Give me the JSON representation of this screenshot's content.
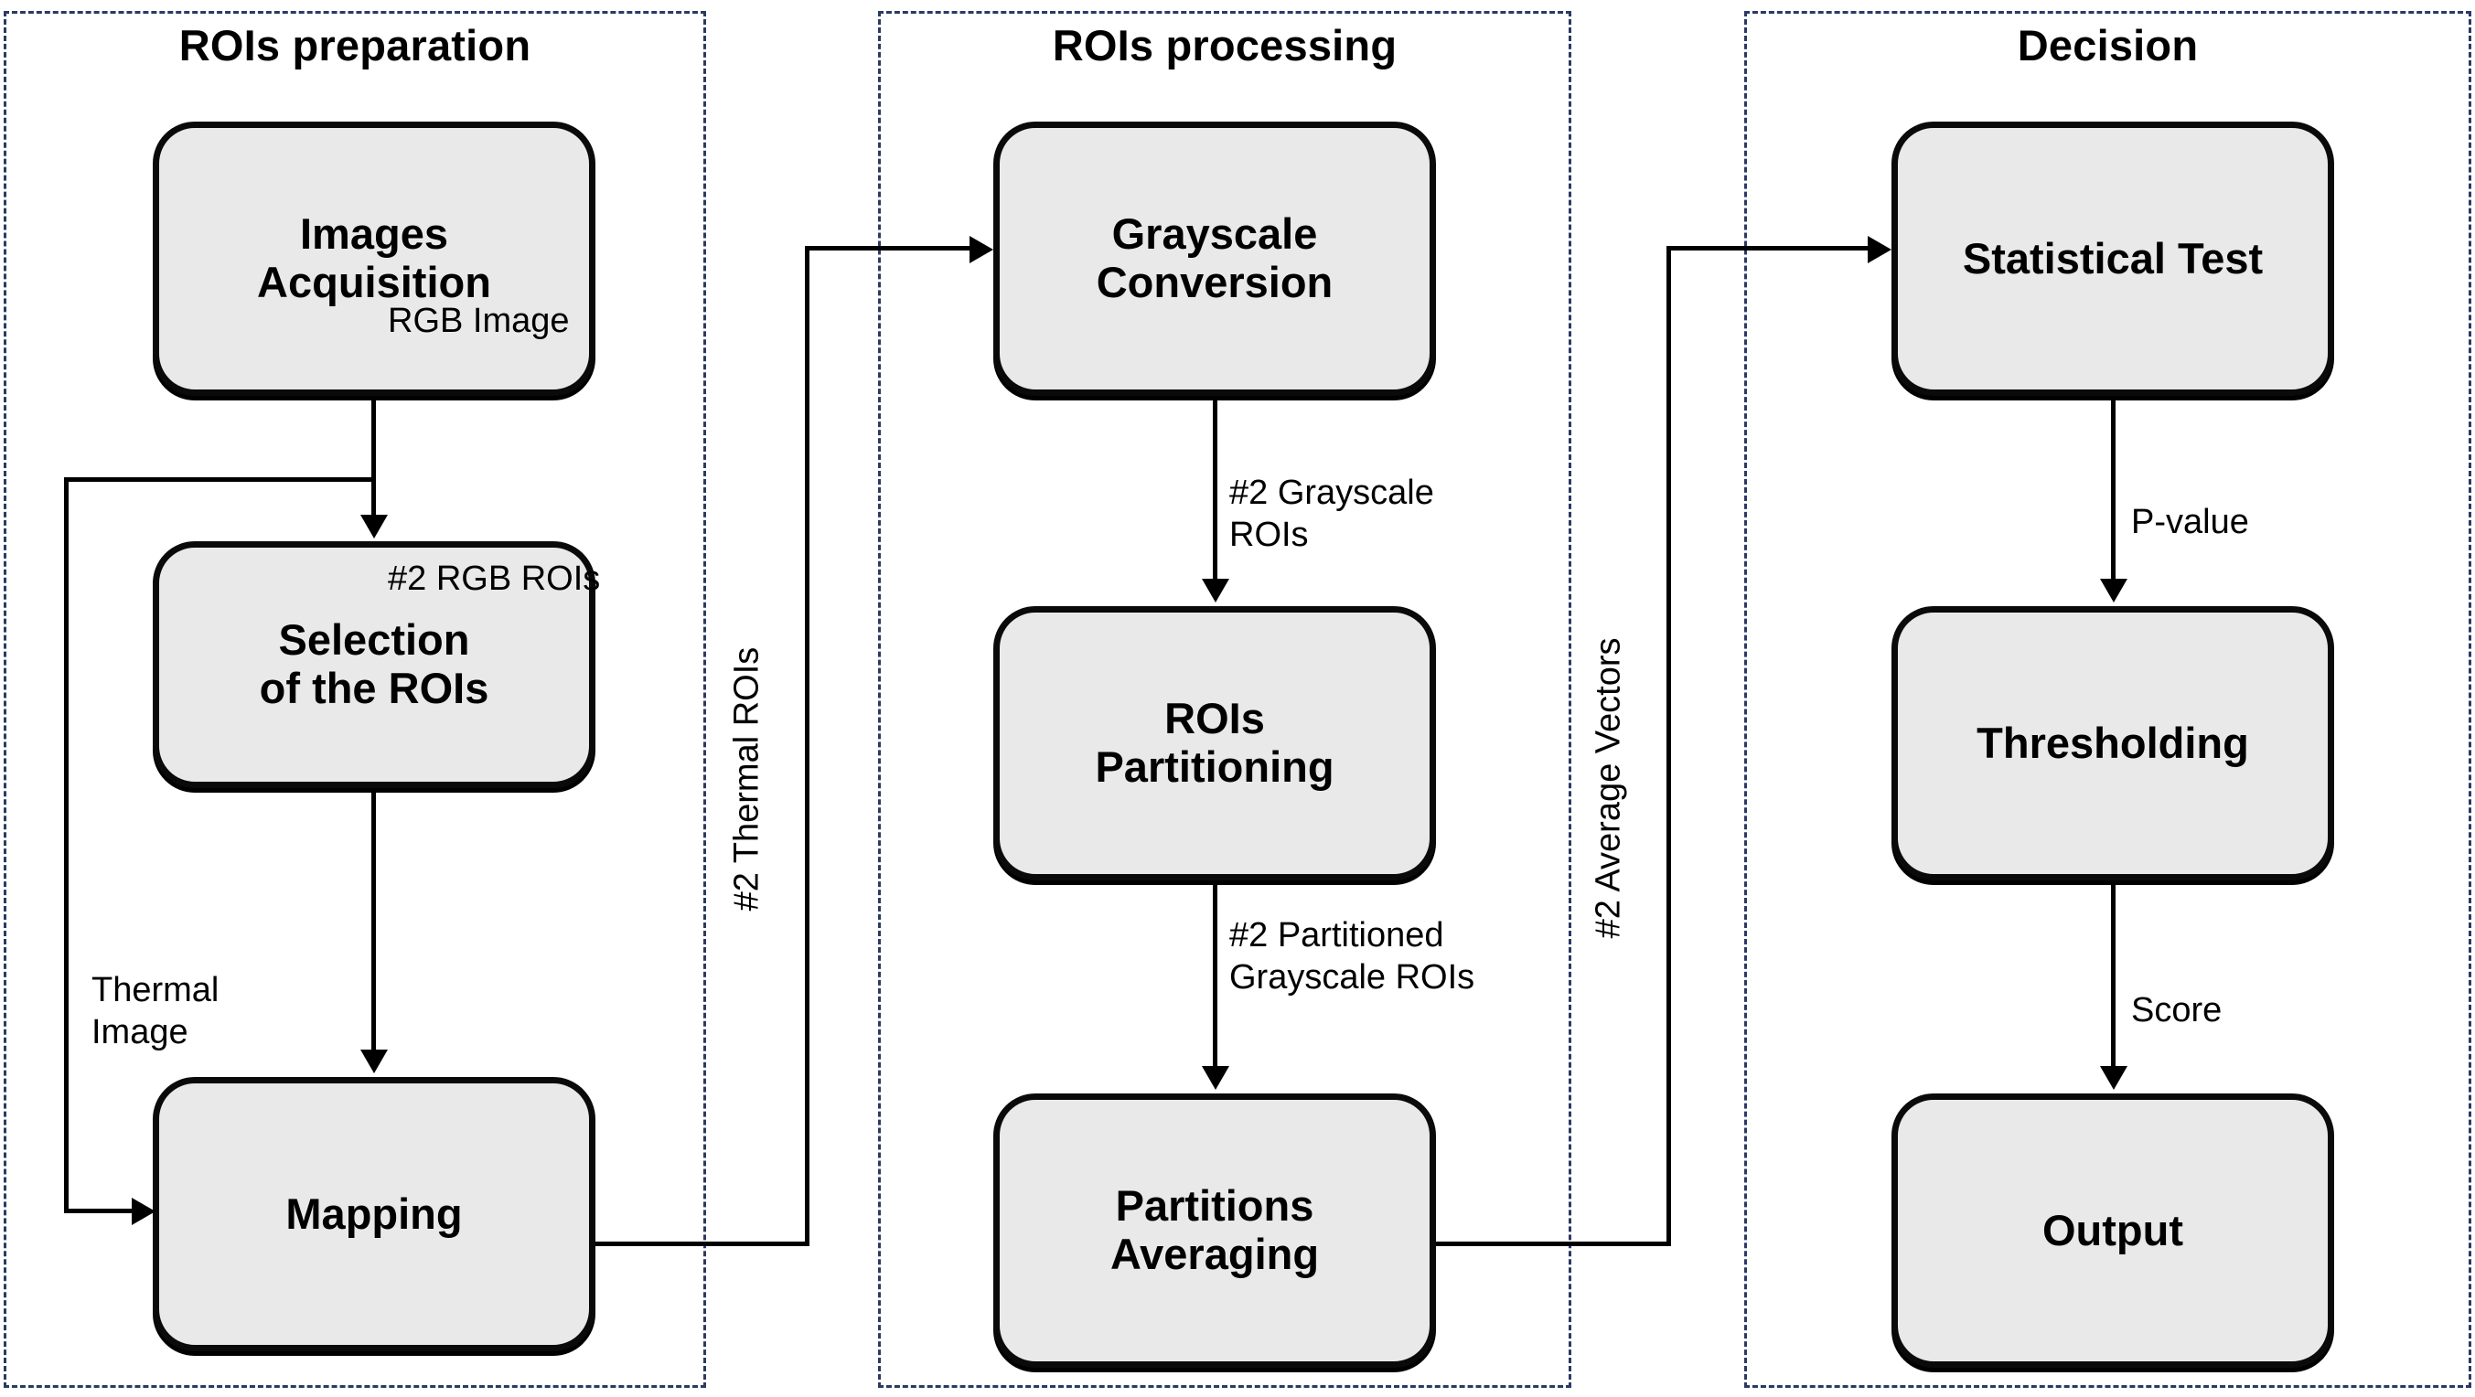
{
  "diagram": {
    "title": "ROIs thermal-RGB processing pipeline",
    "colors": {
      "panel_border": "#2b3a63",
      "node_fill": "#e9e9e9",
      "node_border": "#0a0a0a",
      "connector": "#000000",
      "text": "#000000"
    },
    "panels": [
      {
        "id": "prep",
        "title": "ROIs preparation"
      },
      {
        "id": "processing",
        "title": "ROIs processing"
      },
      {
        "id": "decision",
        "title": "Decision"
      }
    ],
    "nodes": [
      {
        "id": "images-acquisition",
        "panel": "prep",
        "line1": "Images",
        "line2": "Acquisition"
      },
      {
        "id": "selection-rois",
        "panel": "prep",
        "line1": "Selection",
        "line2": "of the ROIs"
      },
      {
        "id": "mapping",
        "panel": "prep",
        "line1": "Mapping",
        "line2": ""
      },
      {
        "id": "grayscale-conversion",
        "panel": "processing",
        "line1": "Grayscale",
        "line2": "Conversion"
      },
      {
        "id": "rois-partitioning",
        "panel": "processing",
        "line1": "ROIs",
        "line2": "Partitioning"
      },
      {
        "id": "partitions-averaging",
        "panel": "processing",
        "line1": "Partitions",
        "line2": "Averaging"
      },
      {
        "id": "statistical-test",
        "panel": "decision",
        "line1": "Statistical Test",
        "line2": ""
      },
      {
        "id": "thresholding",
        "panel": "decision",
        "line1": "Thresholding",
        "line2": ""
      },
      {
        "id": "output",
        "panel": "decision",
        "line1": "Output",
        "line2": ""
      }
    ],
    "edges": [
      {
        "id": "rgb-image",
        "from": "images-acquisition",
        "to": "selection-rois",
        "label": "RGB Image"
      },
      {
        "id": "thermal-image",
        "from": "images-acquisition",
        "to": "mapping",
        "label": "Thermal\nImage"
      },
      {
        "id": "rgb-rois",
        "from": "selection-rois",
        "to": "mapping",
        "label": "#2 RGB ROIs"
      },
      {
        "id": "thermal-rois",
        "from": "mapping",
        "to": "grayscale-conversion",
        "label": "#2 Thermal ROIs"
      },
      {
        "id": "grayscale-rois",
        "from": "grayscale-conversion",
        "to": "rois-partitioning",
        "label": "#2 Grayscale\nROIs"
      },
      {
        "id": "partitioned-grayscale",
        "from": "rois-partitioning",
        "to": "partitions-averaging",
        "label": "#2 Partitioned\nGrayscale ROIs"
      },
      {
        "id": "average-vectors",
        "from": "partitions-averaging",
        "to": "statistical-test",
        "label": "#2 Average Vectors"
      },
      {
        "id": "p-value",
        "from": "statistical-test",
        "to": "thresholding",
        "label": "P-value"
      },
      {
        "id": "score",
        "from": "thresholding",
        "to": "output",
        "label": "Score"
      }
    ]
  }
}
